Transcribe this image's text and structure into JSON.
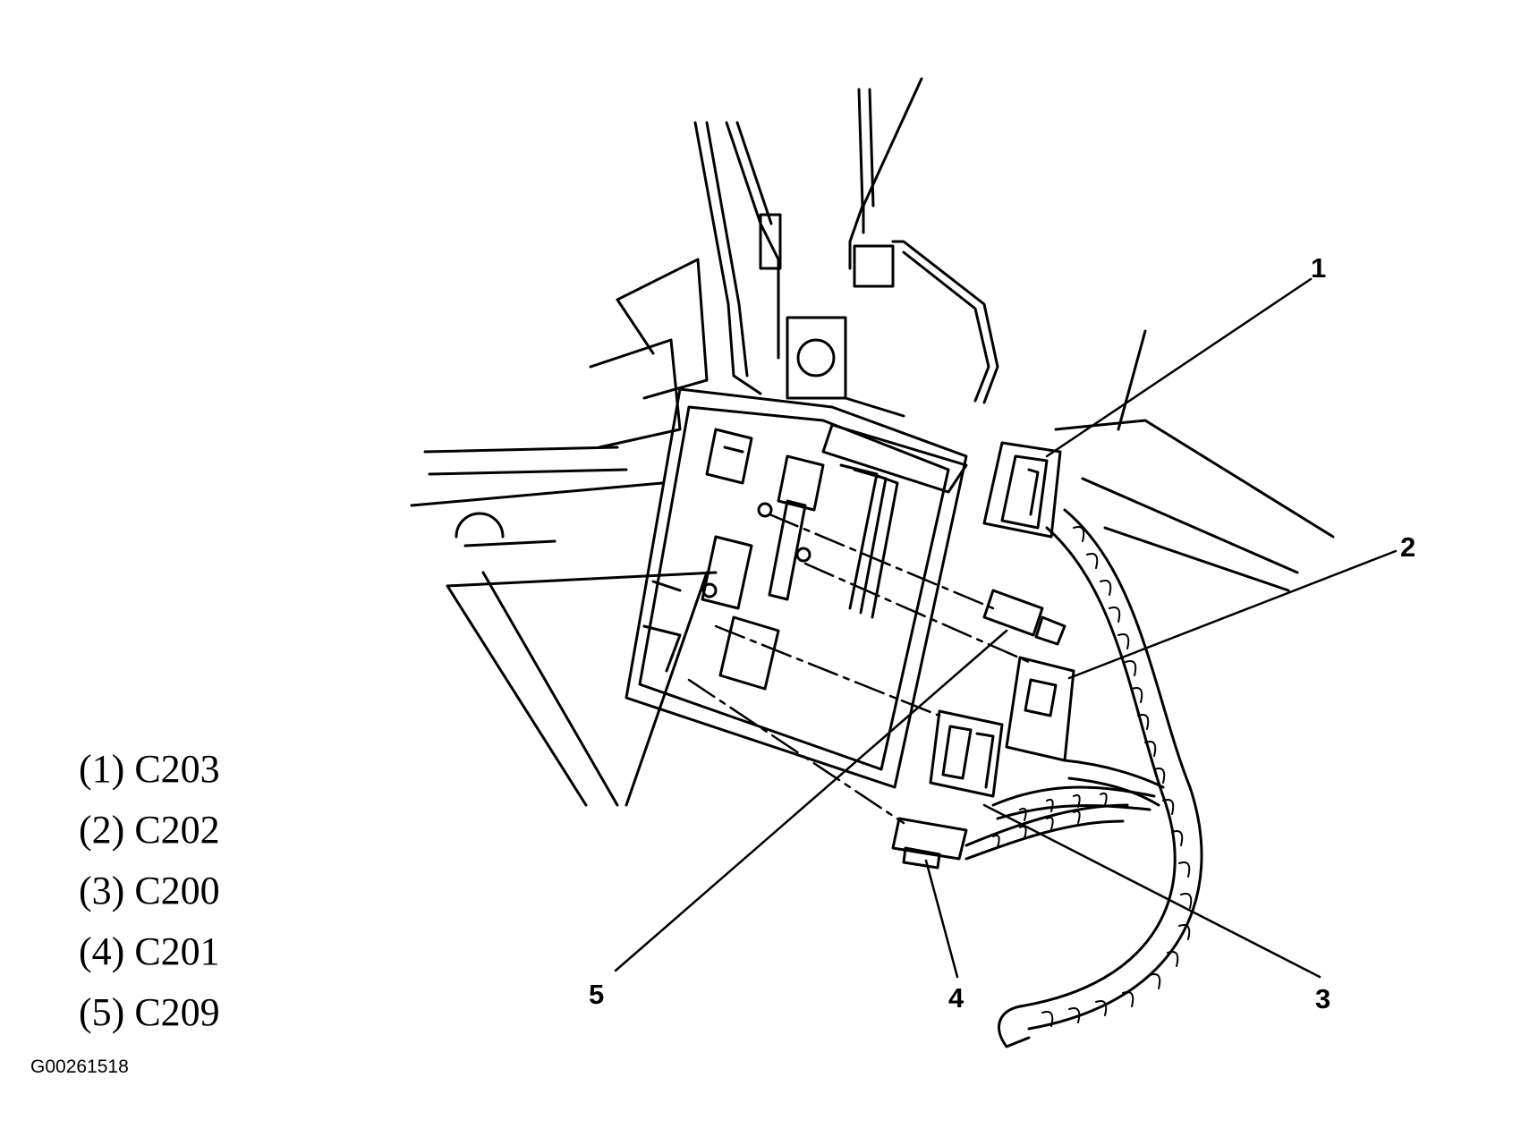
{
  "callouts": [
    {
      "id": "1",
      "label": "1"
    },
    {
      "id": "2",
      "label": "2"
    },
    {
      "id": "3",
      "label": "3"
    },
    {
      "id": "4",
      "label": "4"
    },
    {
      "id": "5",
      "label": "5"
    }
  ],
  "legend": [
    {
      "number": "(1)",
      "connector": "C203"
    },
    {
      "number": "(2)",
      "connector": "C202"
    },
    {
      "number": "(3)",
      "connector": "C200"
    },
    {
      "number": "(4)",
      "connector": "C201"
    },
    {
      "number": "(5)",
      "connector": "C209"
    }
  ],
  "figure_id": "G00261518",
  "colors": {
    "line": "#000000",
    "background": "#ffffff"
  }
}
